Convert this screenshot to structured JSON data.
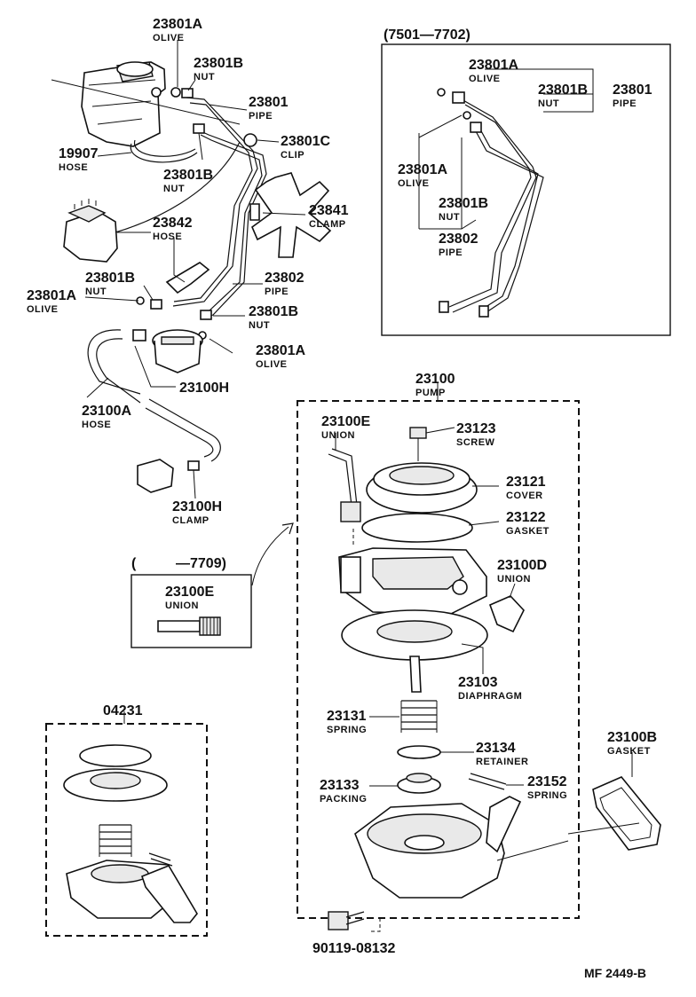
{
  "callouts": {
    "c1": {
      "part": "23801A",
      "name": "OLIVE"
    },
    "c2": {
      "part": "23801B",
      "name": "NUT"
    },
    "c3": {
      "part": "23801",
      "name": "PIPE"
    },
    "c4": {
      "part": "19907",
      "name": "HOSE"
    },
    "c5": {
      "part": "23801C",
      "name": "CLIP"
    },
    "c6": {
      "part": "23801B",
      "name": "NUT"
    },
    "c7": {
      "part": "23841",
      "name": "CLAMP"
    },
    "c8": {
      "part": "23842",
      "name": "HOSE"
    },
    "c9": {
      "part": "23801B",
      "name": "NUT"
    },
    "c10": {
      "part": "23802",
      "name": "PIPE"
    },
    "c11": {
      "part": "23801A",
      "name": "OLIVE"
    },
    "c12": {
      "part": "23801B",
      "name": "NUT"
    },
    "c13": {
      "part": "23801A",
      "name": "OLIVE"
    },
    "c14": {
      "part": "23100H",
      "name": ""
    },
    "c15": {
      "part": "23100A",
      "name": "HOSE"
    },
    "c16": {
      "part": "23100H",
      "name": "CLAMP"
    },
    "c17": {
      "part": "23100",
      "name": "PUMP"
    },
    "c18": {
      "part": "23100E",
      "name": "UNION"
    },
    "c19": {
      "part": "23123",
      "name": "SCREW"
    },
    "c20": {
      "part": "23121",
      "name": "COVER"
    },
    "c21": {
      "part": "23122",
      "name": "GASKET"
    },
    "c22": {
      "part": "23100D",
      "name": "UNION"
    },
    "c23": {
      "part": "23103",
      "name": "DIAPHRAGM"
    },
    "c24": {
      "part": "23131",
      "name": "SPRING"
    },
    "c25": {
      "part": "23134",
      "name": "RETAINER"
    },
    "c26": {
      "part": "23133",
      "name": "PACKING"
    },
    "c27": {
      "part": "23152",
      "name": "SPRING"
    },
    "c28": {
      "part": "23100B",
      "name": "GASKET"
    },
    "c29": {
      "part": "23100E",
      "name": "UNION"
    },
    "c30": {
      "part": "04231",
      "name": ""
    },
    "c31": {
      "part": "90119-08132",
      "name": ""
    }
  },
  "inset_top": {
    "title": "(7501—7702)",
    "a1": {
      "part": "23801A",
      "name": "OLIVE"
    },
    "a2": {
      "part": "23801B",
      "name": "NUT"
    },
    "a3": {
      "part": "23801",
      "name": "PIPE"
    },
    "a4": {
      "part": "23801A",
      "name": "OLIVE"
    },
    "a5": {
      "part": "23801B",
      "name": "NUT"
    },
    "a6": {
      "part": "23802",
      "name": "PIPE"
    }
  },
  "inset_mid": {
    "title_open": "(",
    "title_close": "—7709)"
  },
  "footer": {
    "code": "MF 2449-B"
  }
}
